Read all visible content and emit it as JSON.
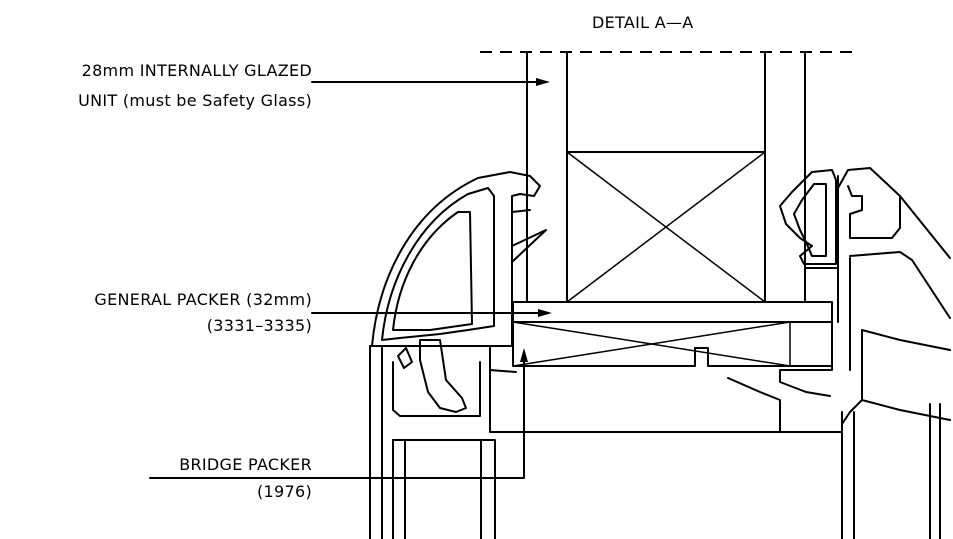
{
  "detail": {
    "title": "DETAIL A—A"
  },
  "labels": {
    "glazed_unit_line1": "28mm INTERNALLY GLAZED",
    "glazed_unit_line2": "UNIT (must be Safety Glass)",
    "general_packer_line1": "GENERAL PACKER (32mm)",
    "general_packer_line2": "(3331–3335)",
    "bridge_packer_line1": "BRIDGE PACKER",
    "bridge_packer_line2": "(1976)"
  },
  "colors": {
    "ink": "#000000",
    "background": "#ffffff"
  }
}
